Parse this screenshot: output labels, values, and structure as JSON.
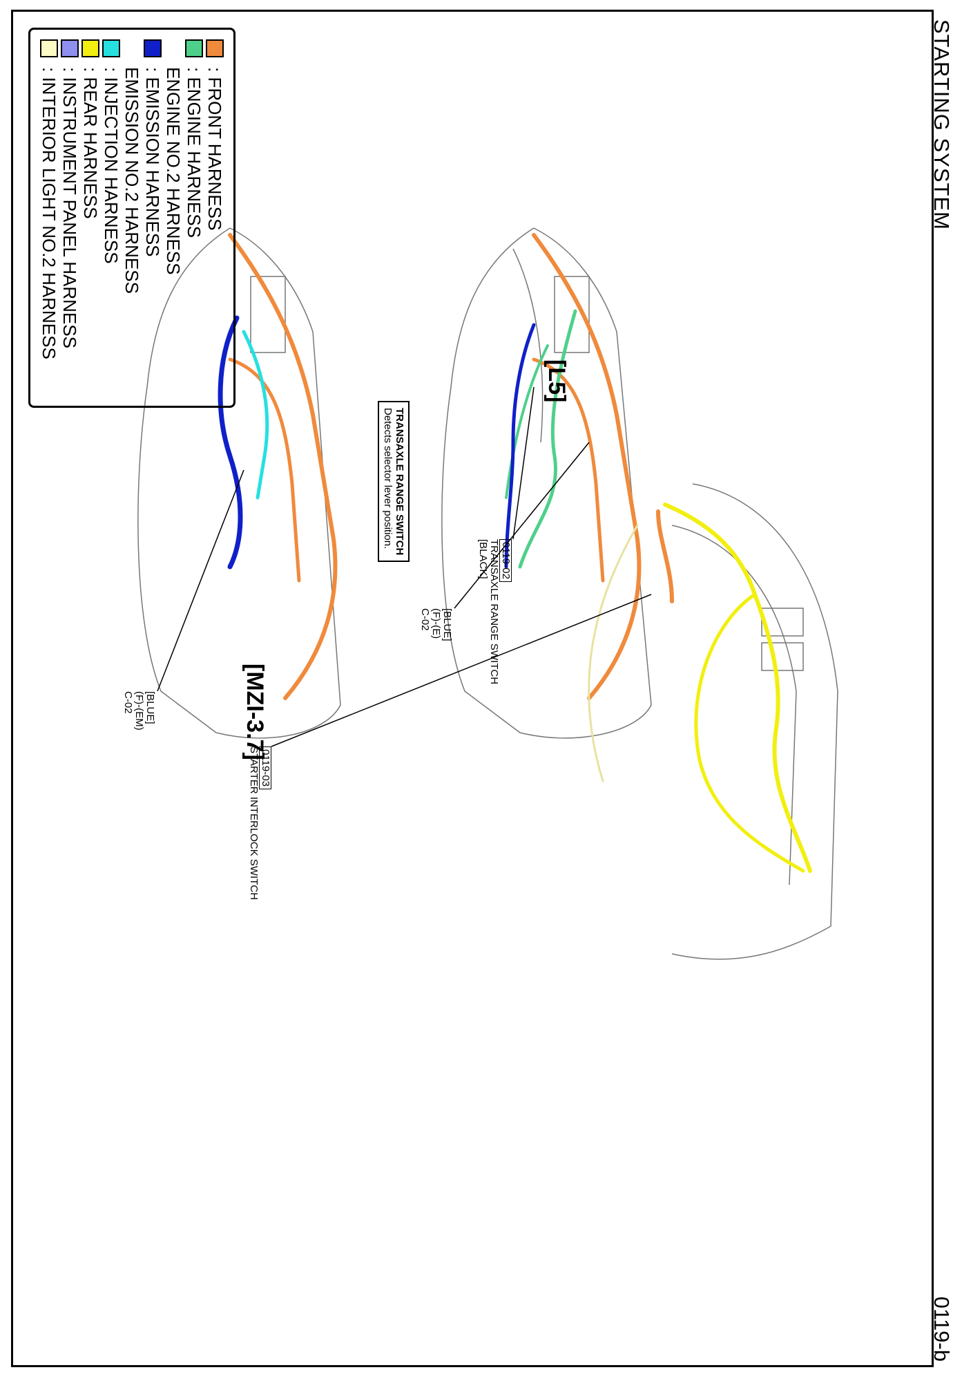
{
  "title": "STARTING SYSTEM",
  "page_number": "0119-b",
  "models": [
    "[L5]",
    "[MZI-3.7]"
  ],
  "info_box": {
    "heading": "TRANSAXLE RANGE SWITCH",
    "text": "Detects selector lever position."
  },
  "callouts": {
    "l5_c02": {
      "lines": [
        "[BLUE]",
        "(F)-(E)",
        "C-02"
      ]
    },
    "l5_range_switch": {
      "code": "0119-02",
      "lines": [
        "TRANSAXLE RANGE SWITCH",
        "[BLACK]"
      ]
    },
    "mzi_c02": {
      "lines": [
        "[BLUE]",
        "(F)-(EM)",
        "C-02"
      ]
    },
    "interlock": {
      "code": "0119-03",
      "lines": [
        "STARTER INTERLOCK SWITCH"
      ]
    }
  },
  "legend": [
    {
      "label": ": FRONT HARNESS",
      "color": "#f08a3c"
    },
    {
      "label": ": ENGINE HARNESS",
      "color": "#4fd08a"
    },
    {
      "label": "  ENGINE NO.2 HARNESS",
      "color": "#4fd08a"
    },
    {
      "label": ": EMISSION HARNESS",
      "color": "#1020c8"
    },
    {
      "label": "  EMISSION NO.2 HARNESS",
      "color": "#1020c8"
    },
    {
      "label": ": INJECTION HARNESS",
      "color": "#26e0e0"
    },
    {
      "label": ": REAR HARNESS",
      "color": "#f2ef10"
    },
    {
      "label": ": INSTRUMENT PANEL HARNESS",
      "color": "#8f8ff0"
    },
    {
      "label": ": INTERIOR LIGHT NO.2 HARNESS",
      "color": "#fdfbc4"
    }
  ]
}
